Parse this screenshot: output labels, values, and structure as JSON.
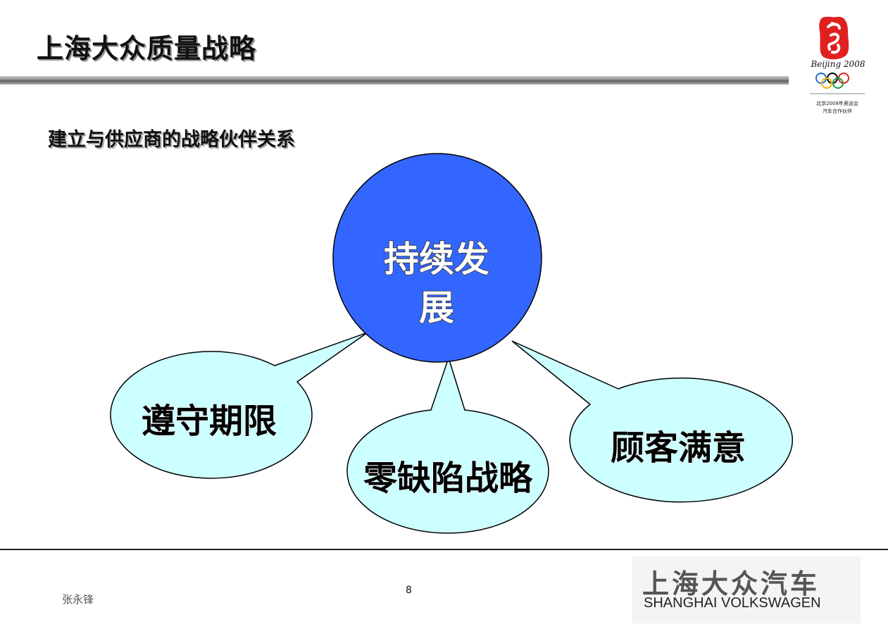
{
  "header": {
    "title": "上海大众质量战略",
    "subtitle": "建立与供应商的战略伙伴关系"
  },
  "logo": {
    "icon": "beijing-2008-olympic-emblem-icon",
    "wordmark": "Beijing 2008",
    "caption_line1": "北京2008年奥运会",
    "caption_line2": "汽车合作伙伴"
  },
  "diagram": {
    "center": {
      "line1": "持续发",
      "line2": "展"
    },
    "bubbles": [
      {
        "label": "遵守期限"
      },
      {
        "label": "零缺陷战略"
      },
      {
        "label": "顾客满意"
      }
    ],
    "colors": {
      "center_fill": "#3366FF",
      "bubble_fill": "#CCFFFF",
      "outline": "#000000"
    }
  },
  "footer": {
    "author": "张永锋",
    "page_number": "8",
    "brand_cn": "上海大众汽车",
    "brand_en": "SHANGHAI VOLKSWAGEN"
  }
}
